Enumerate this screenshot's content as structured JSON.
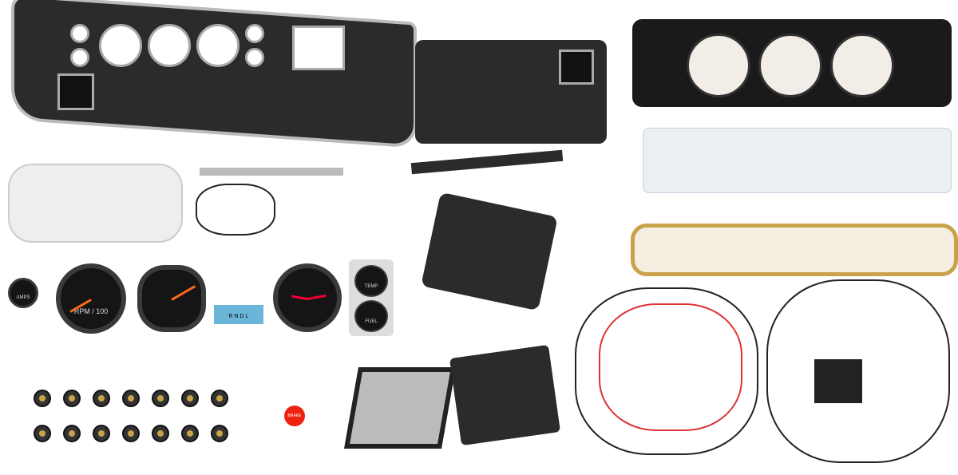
{
  "gauges": {
    "ammeter_label": "AMPS",
    "tach_label": "RPM / 100",
    "temp_label": "TEMP",
    "fuel_label": "FUEL",
    "shift_indicator": "R N D L"
  },
  "brake_knob_label": "BRAKE",
  "colors": {
    "dash": "#2b2b2d",
    "trim": "#b8b8b8",
    "needle": "#ff6a1a",
    "circuit": "#c9a34a"
  }
}
